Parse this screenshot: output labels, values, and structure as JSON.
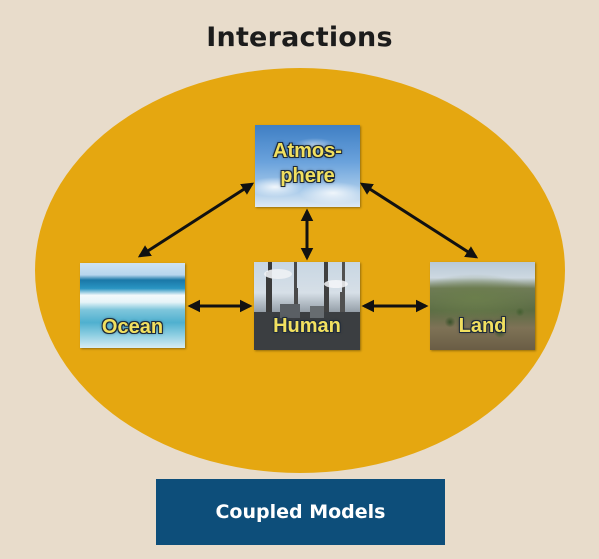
{
  "title": "Interactions",
  "nodes": {
    "atmosphere": {
      "line1": "Atmos-",
      "line2": "phere"
    },
    "ocean": {
      "label": "Ocean"
    },
    "human": {
      "label": "Human"
    },
    "land": {
      "label": "Land"
    }
  },
  "footer": {
    "label": "Coupled Models"
  },
  "colors": {
    "background": "#e8dccb",
    "ellipse": "#e5a710",
    "footer": "#0d4e7a",
    "tile_text": "#f1e060"
  }
}
